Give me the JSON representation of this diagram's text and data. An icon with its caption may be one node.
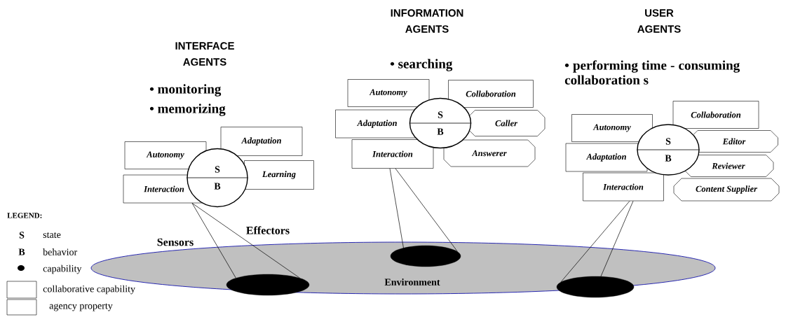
{
  "diagram": {
    "nodes": [
      {
        "text": [
          "Environment"
        ]
      },
      {
        "text": [],
        "shape": "ellipse",
        "in": 0
      },
      {
        "text": [],
        "shape": "ellipse",
        "in": 0
      },
      {
        "text": [],
        "shape": "ellipse",
        "in": 0
      },
      {
        "text": [
          "Autonomy"
        ]
      },
      {
        "text": [
          "Adaptation"
        ]
      },
      {
        "text": [
          "S",
          "B"
        ]
      },
      {
        "text": [
          "Learning"
        ]
      },
      {
        "text": [
          "Interaction"
        ]
      },
      {
        "text": [
          "Autonomy"
        ]
      },
      {
        "text": [
          "Collaboration"
        ]
      },
      {
        "text": [
          "S",
          "B"
        ]
      },
      {
        "text": [
          "Adaptation"
        ]
      },
      {
        "text": [
          "Caller"
        ]
      },
      {
        "text": [
          "Interaction"
        ]
      },
      {
        "text": [
          "Answerer"
        ]
      },
      {
        "text": [
          "Collaboration"
        ]
      },
      {
        "text": [
          "Autonomy"
        ]
      },
      {
        "text": [
          "S",
          "B"
        ]
      },
      {
        "text": [
          "Editor"
        ]
      },
      {
        "text": [
          "Adaptation"
        ]
      },
      {
        "text": [
          "Reviewer"
        ]
      },
      {
        "text": [
          "Interaction"
        ]
      },
      {
        "text": [
          "Content Supplier"
        ]
      }
    ],
    "edges": [
      {
        "from": 8,
        "to": 1,
        "arrow": "none",
        "label": "Sensors"
      },
      {
        "from": 8,
        "to": 1,
        "arrow": "none",
        "label": "Effectors"
      },
      {
        "from": 14,
        "to": 2,
        "arrow": "none"
      },
      {
        "from": 14,
        "to": 2,
        "arrow": "none"
      },
      {
        "from": 22,
        "to": 3,
        "arrow": "none"
      },
      {
        "from": 22,
        "to": 3,
        "arrow": "none"
      }
    ],
    "labels": [
      "INTERFACE AGENTS",
      "• monitoring",
      "• memorizing",
      "INFORMATION AGENTS",
      "• searching",
      "USER AGENTS",
      "• performing time - consuming collaboration s",
      "LEGEND:",
      "S",
      "B"
    ],
    "legend": [
      {
        "text": "state"
      },
      {
        "text": "behavior"
      },
      {
        "text": "capability"
      },
      {
        "text": "collaborative capability"
      },
      {
        "text": "agency property"
      }
    ]
  }
}
